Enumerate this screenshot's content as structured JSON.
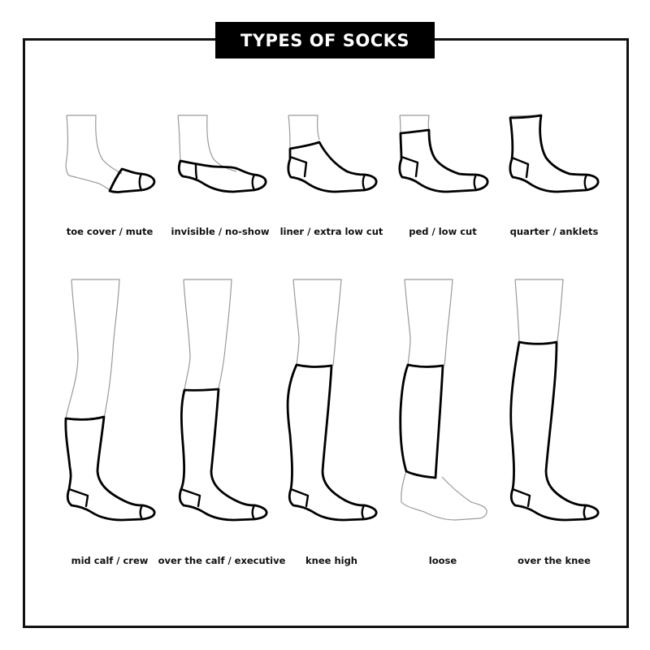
{
  "title": "TYPES OF SOCKS",
  "colors": {
    "frame": "#111111",
    "title_bg": "#000000",
    "title_text": "#ffffff",
    "sock_outline": "#000000",
    "leg_outline": "#9a9a9a"
  },
  "rows": [
    {
      "row": "short",
      "items": [
        {
          "id": "toe-cover",
          "label": "toe cover / mute"
        },
        {
          "id": "invisible",
          "label": "invisible / no-show"
        },
        {
          "id": "liner",
          "label": "liner / extra low cut"
        },
        {
          "id": "ped",
          "label": "ped / low cut"
        },
        {
          "id": "quarter",
          "label": "quarter / anklets"
        }
      ]
    },
    {
      "row": "tall",
      "items": [
        {
          "id": "mid-calf",
          "label": "mid calf / crew"
        },
        {
          "id": "over-the-calf",
          "label": "over the calf / executive"
        },
        {
          "id": "knee-high",
          "label": "knee high"
        },
        {
          "id": "loose",
          "label": "loose"
        },
        {
          "id": "over-the-knee",
          "label": "over the knee"
        }
      ]
    }
  ]
}
